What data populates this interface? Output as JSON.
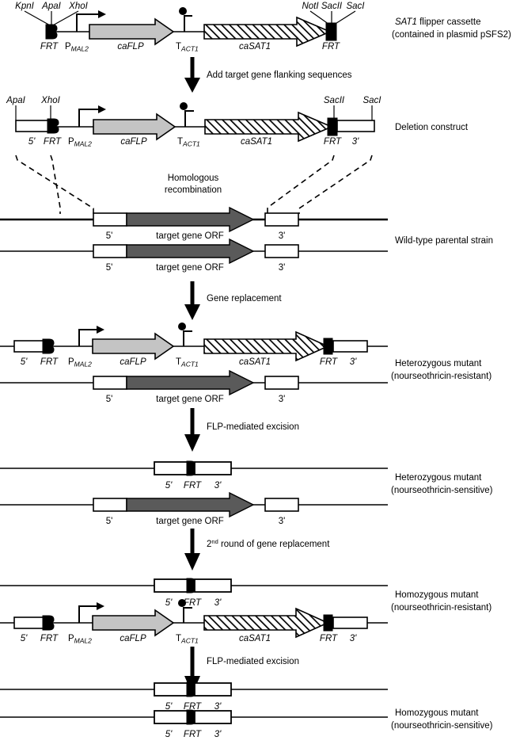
{
  "figure": {
    "title": "SAT1 flipper gene deletion strategy",
    "colors": {
      "line": "#000000",
      "caflp_fill": "#c4c4c4",
      "orf_fill": "#5a5a5a",
      "casat1_fill": "#ffffff",
      "frt_fill": "#000000",
      "box_fill": "#ffffff",
      "background": "#ffffff"
    }
  },
  "enzymes": {
    "top_left": [
      "KpnI",
      "ApaI",
      "XhoI"
    ],
    "top_right": [
      "NotI",
      "SacII",
      "SacI"
    ],
    "construct_left": [
      "ApaI",
      "XhoI"
    ],
    "construct_right": [
      "SacII",
      "SacI"
    ]
  },
  "element_labels": {
    "frt": "FRT",
    "pmal2_main": "P",
    "pmal2_sub": "MAL2",
    "caflp": "caFLP",
    "tact1_main": "T",
    "tact1_sub": "ACT1",
    "casat1": "caSAT1",
    "five_prime": "5'",
    "three_prime": "3'",
    "target_orf": "target gene ORF"
  },
  "steps": [
    {
      "id": "step-add-flanking",
      "label": "Add target gene flanking sequences"
    },
    {
      "id": "step-homologous-recombination",
      "label": "Homologous\nrecombination",
      "line1": "Homologous",
      "line2": "recombination"
    },
    {
      "id": "step-gene-replacement",
      "label": "Gene replacement"
    },
    {
      "id": "step-flp-excision-1",
      "label": "FLP-mediated excision"
    },
    {
      "id": "step-second-round",
      "label": "2nd round of gene replacement",
      "prefix": "2",
      "superscript": "nd",
      "suffix": " round of gene replacement"
    },
    {
      "id": "step-flp-excision-2",
      "label": "FLP-mediated excision"
    }
  ],
  "row_captions": [
    {
      "id": "caption-sat1-cassette",
      "line1_italic": "SAT1",
      "line1_rest": " flipper cassette",
      "line2": "(contained in plasmid pSFS2)"
    },
    {
      "id": "caption-deletion-construct",
      "line1_italic": "",
      "line1_rest": "Deletion construct",
      "line2": ""
    },
    {
      "id": "caption-wild-type",
      "line1_italic": "",
      "line1_rest": "Wild-type parental strain",
      "line2": ""
    },
    {
      "id": "caption-heterozygous-resistant",
      "line1_italic": "",
      "line1_rest": "Heterozygous mutant",
      "line2": "(nourseothricin-resistant)"
    },
    {
      "id": "caption-heterozygous-sensitive",
      "line1_italic": "",
      "line1_rest": "Heterozygous mutant",
      "line2": "(nourseothricin-sensitive)"
    },
    {
      "id": "caption-homozygous-resistant",
      "line1_italic": "",
      "line1_rest": "Homozygous mutant",
      "line2": "(nourseothricin-resistant)"
    },
    {
      "id": "caption-homozygous-sensitive",
      "line1_italic": "",
      "line1_rest": "Homozygous mutant",
      "line2": "(nourseothricin-sensitive)"
    }
  ],
  "chart_data": {
    "type": "diagram",
    "title": "SAT1 flipper gene deletion strategy",
    "rows": [
      {
        "name": "SAT1 flipper cassette",
        "elements": [
          "FRT",
          "PMAL2",
          "caFLP",
          "TACT1",
          "caSAT1",
          "FRT"
        ],
        "restriction_sites_left": [
          "KpnI",
          "ApaI",
          "XhoI"
        ],
        "restriction_sites_right": [
          "NotI",
          "SacII",
          "SacI"
        ]
      },
      {
        "name": "Deletion construct",
        "elements": [
          "5'",
          "FRT",
          "PMAL2",
          "caFLP",
          "TACT1",
          "caSAT1",
          "FRT",
          "3'"
        ],
        "restriction_sites_left": [
          "ApaI",
          "XhoI"
        ],
        "restriction_sites_right": [
          "SacII",
          "SacI"
        ]
      },
      {
        "name": "Wild-type parental strain",
        "alleles": 2,
        "elements": [
          "5'",
          "target gene ORF",
          "3'"
        ]
      },
      {
        "name": "Heterozygous mutant (nourseothricin-resistant)",
        "allele_1": [
          "5'",
          "FRT",
          "PMAL2",
          "caFLP",
          "TACT1",
          "caSAT1",
          "FRT",
          "3'"
        ],
        "allele_2": [
          "5'",
          "target gene ORF",
          "3'"
        ]
      },
      {
        "name": "Heterozygous mutant (nourseothricin-sensitive)",
        "allele_1": [
          "5'",
          "FRT",
          "3'"
        ],
        "allele_2": [
          "5'",
          "target gene ORF",
          "3'"
        ]
      },
      {
        "name": "Homozygous mutant (nourseothricin-resistant)",
        "allele_1": [
          "5'",
          "FRT",
          "3'"
        ],
        "allele_2": [
          "5'",
          "FRT",
          "PMAL2",
          "caFLP",
          "TACT1",
          "caSAT1",
          "FRT",
          "3'"
        ]
      },
      {
        "name": "Homozygous mutant (nourseothricin-sensitive)",
        "allele_1": [
          "5'",
          "FRT",
          "3'"
        ],
        "allele_2": [
          "5'",
          "FRT",
          "3'"
        ]
      }
    ]
  }
}
